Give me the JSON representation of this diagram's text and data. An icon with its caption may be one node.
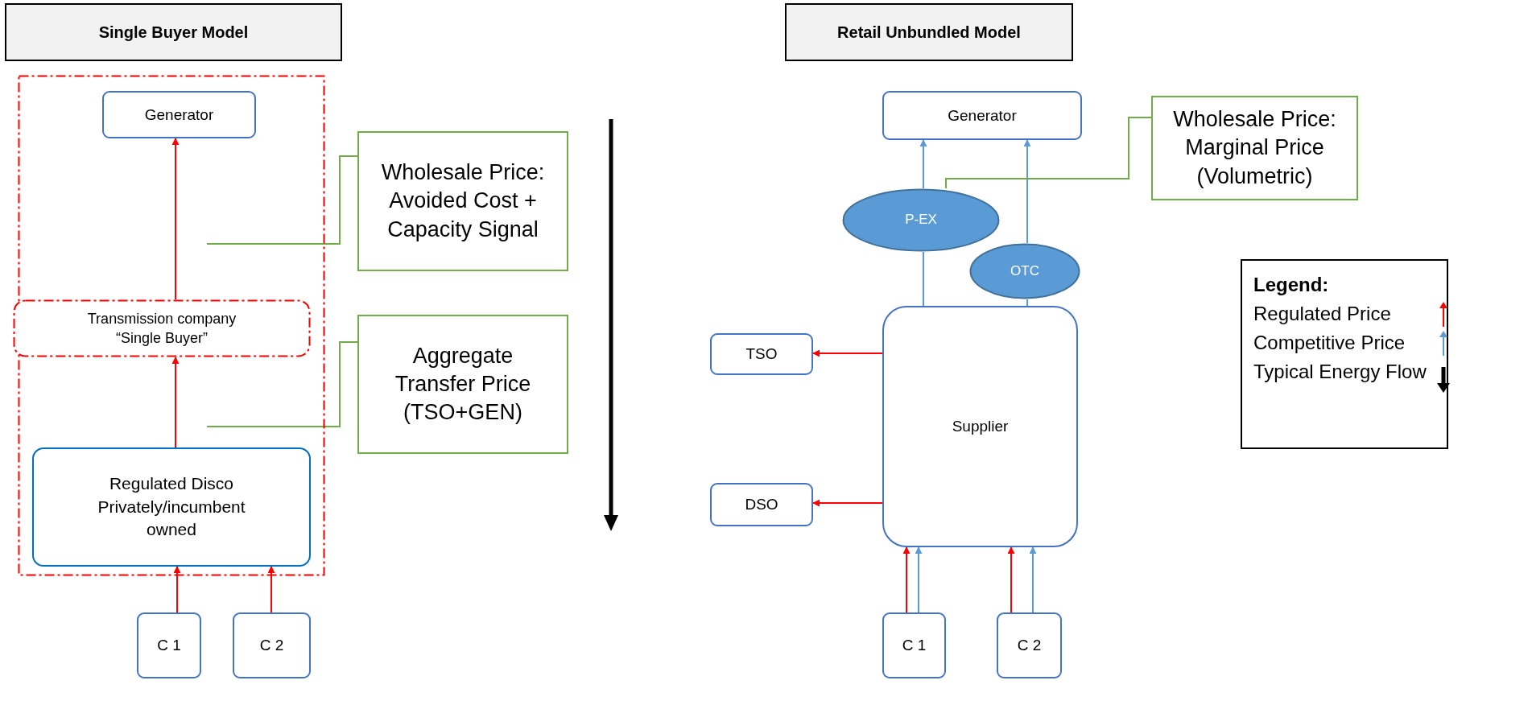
{
  "diagram": {
    "nodes": [
      {
        "text": [
          "Single Buyer Model"
        ]
      },
      {
        "text": [
          "Retail Unbundled Model"
        ]
      },
      {
        "text": [],
        "shape": "box"
      },
      {
        "text": [
          "Generator"
        ],
        "in": 2
      },
      {
        "text": [
          "Transmission company “Single Buyer”"
        ],
        "in": 2
      },
      {
        "text": [
          "Regulated Disco Privately/incumbent owned"
        ],
        "in": 2
      },
      {
        "text": [
          "C 1"
        ]
      },
      {
        "text": [
          "C 2"
        ]
      },
      {
        "text": [
          "Wholesale Price: Avoided Cost + Capacity Signal"
        ]
      },
      {
        "text": [
          "Aggregate Transfer Price (TSO+GEN)"
        ]
      },
      {
        "text": [
          "Generator"
        ]
      },
      {
        "text": [
          "Wholesale Price: Marginal Price (Volumetric)"
        ]
      },
      {
        "text": [
          "P-EX"
        ]
      },
      {
        "text": [
          "OTC"
        ]
      },
      {
        "text": [
          "TSO"
        ]
      },
      {
        "text": [
          "DSO"
        ]
      },
      {
        "text": [
          "Supplier"
        ]
      },
      {
        "text": [
          "C 1"
        ]
      },
      {
        "text": [
          "C 2"
        ]
      }
    ],
    "edges": [
      {
        "from": 4,
        "to": 3,
        "arrow": "to"
      },
      {
        "from": 5,
        "to": 4,
        "arrow": "to"
      },
      {
        "from": 6,
        "to": 5,
        "arrow": "to"
      },
      {
        "from": 7,
        "to": 5,
        "arrow": "to"
      },
      {
        "from": 8,
        "to": null,
        "arrow": "none",
        "color": "#70ad47"
      },
      {
        "from": 9,
        "to": null,
        "arrow": "none",
        "color": "#70ad47"
      },
      {
        "from": 12,
        "to": 10,
        "arrow": "to",
        "color": "#5b9bd5"
      },
      {
        "from": 16,
        "to": 12,
        "arrow": "none",
        "color": "#5b9bd5"
      },
      {
        "from": 13,
        "to": 10,
        "arrow": "to",
        "color": "#5b9bd5"
      },
      {
        "from": 16,
        "to": 13,
        "arrow": "none",
        "color": "#5b9bd5"
      },
      {
        "from": 16,
        "to": 14,
        "arrow": "to"
      },
      {
        "from": 16,
        "to": 15,
        "arrow": "to"
      },
      {
        "from": 17,
        "to": 16,
        "arrow": "to"
      },
      {
        "from": 17,
        "to": 16,
        "arrow": "to",
        "color": "#5b9bd5"
      },
      {
        "from": 18,
        "to": 16,
        "arrow": "to"
      },
      {
        "from": 18,
        "to": 16,
        "arrow": "to",
        "color": "#5b9bd5"
      },
      {
        "from": 11,
        "to": 12,
        "arrow": "none",
        "color": "#70ad47"
      }
    ],
    "labels": [
      "Legend:"
    ],
    "legend": [
      {
        "text": "Regulated Price"
      },
      {
        "text": "Competitive Price"
      },
      {
        "text": "Typical Energy Flow"
      }
    ]
  }
}
